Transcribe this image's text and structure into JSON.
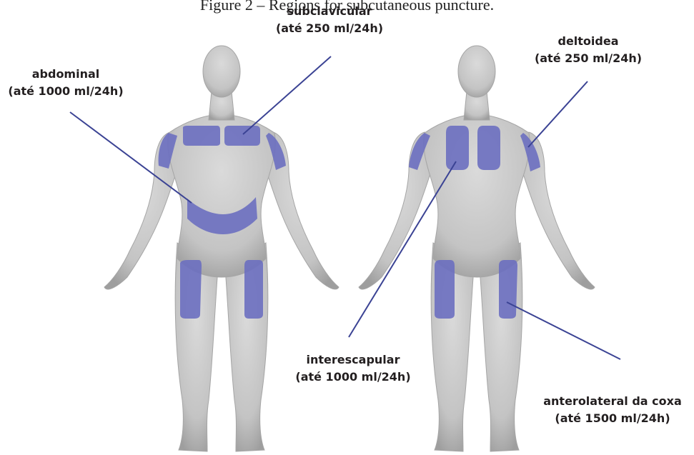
{
  "caption": "Figure 2 – Regions for subcutaneous puncture.",
  "colors": {
    "region_fill": "#6b6fc0",
    "leader_line": "#3b4394",
    "body_fill": "#c8c8c8",
    "label_text": "#231f20"
  },
  "labels": {
    "subclavicular": {
      "name": "subclavicular",
      "volume": "(até 250 ml/24h)"
    },
    "abdominal": {
      "name": "abdominal",
      "volume": "(até 1000 ml/24h)"
    },
    "deltoidea": {
      "name": "deltoidea",
      "volume": "(até 250 ml/24h)"
    },
    "interescapular": {
      "name": "interescapular",
      "volume": "(até 1000 ml/24h)"
    },
    "anterolateral": {
      "name": "anterolateral da coxa",
      "volume": "(até 1500 ml/24h)"
    }
  }
}
